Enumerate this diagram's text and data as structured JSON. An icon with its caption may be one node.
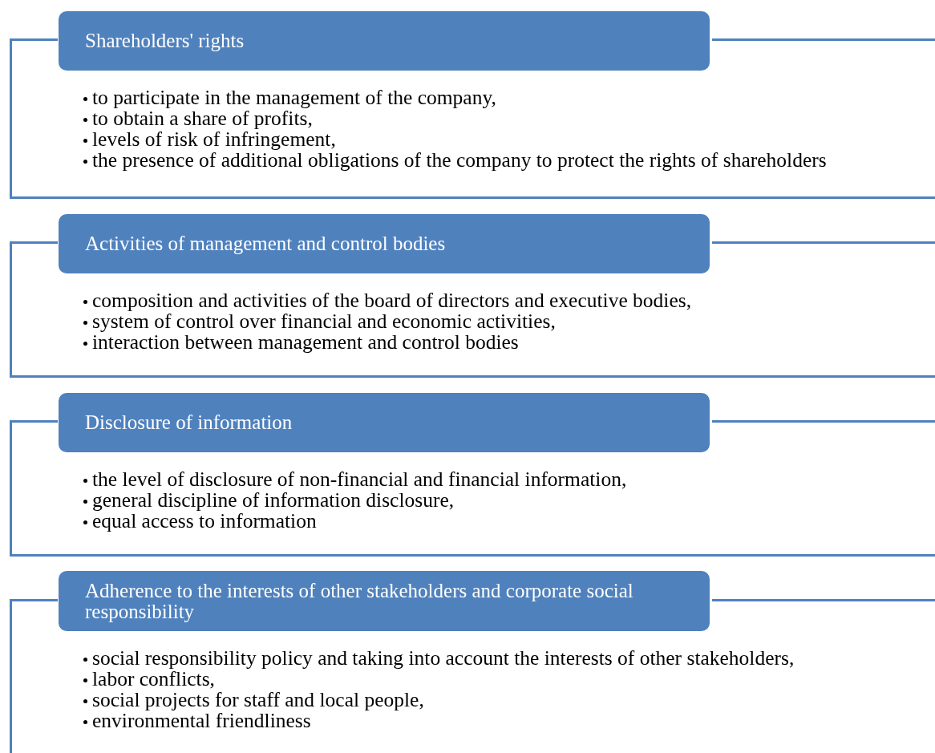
{
  "diagram": {
    "nodes": [
      {
        "text": [
          "Shareholders' rights"
        ]
      },
      {
        "text": [
          "to participate in the management of the company,",
          "to obtain a share of profits,",
          "levels of risk of infringement,",
          "the presence of additional obligations of the company to protect the rights of shareholders"
        ]
      },
      {
        "text": [
          "Activities of management and control bodies"
        ]
      },
      {
        "text": [
          "composition and activities of the board of directors and executive bodies,",
          "system of control over financial and economic activities,",
          "interaction between management and control bodies"
        ]
      },
      {
        "text": [
          "Disclosure of information"
        ]
      },
      {
        "text": [
          "the level of disclosure of non-financial and financial information,",
          "general discipline of information disclosure,",
          "equal access to information"
        ]
      },
      {
        "text": [
          "Adherence to the interests of other stakeholders and corporate social responsibility"
        ]
      },
      {
        "text": [
          "social responsibility policy and taking into account the interests of other stakeholders,",
          "labor conflicts,",
          "social projects for staff and local people,",
          "environmental friendliness"
        ]
      }
    ]
  }
}
